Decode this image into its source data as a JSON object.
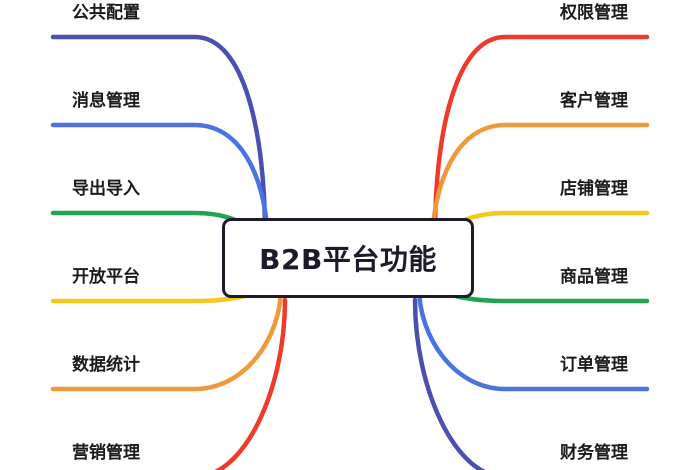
{
  "center": {
    "title": "B2B平台功能"
  },
  "left_branches": [
    {
      "label": "公共配置",
      "color": "#4a4fb0"
    },
    {
      "label": "消息管理",
      "color": "#4a72e0"
    },
    {
      "label": "导出导入",
      "color": "#21a354"
    },
    {
      "label": "开放平台",
      "color": "#f2c81c"
    },
    {
      "label": "数据统计",
      "color": "#ee9a3a"
    },
    {
      "label": "营销管理",
      "color": "#ee3a2c"
    }
  ],
  "right_branches": [
    {
      "label": "权限管理",
      "color": "#ee3a2c"
    },
    {
      "label": "客户管理",
      "color": "#ee9a3a"
    },
    {
      "label": "店铺管理",
      "color": "#f2c81c"
    },
    {
      "label": "商品管理",
      "color": "#21a354"
    },
    {
      "label": "订单管理",
      "color": "#4a72e0"
    },
    {
      "label": "财务管理",
      "color": "#4a4fb0"
    }
  ]
}
